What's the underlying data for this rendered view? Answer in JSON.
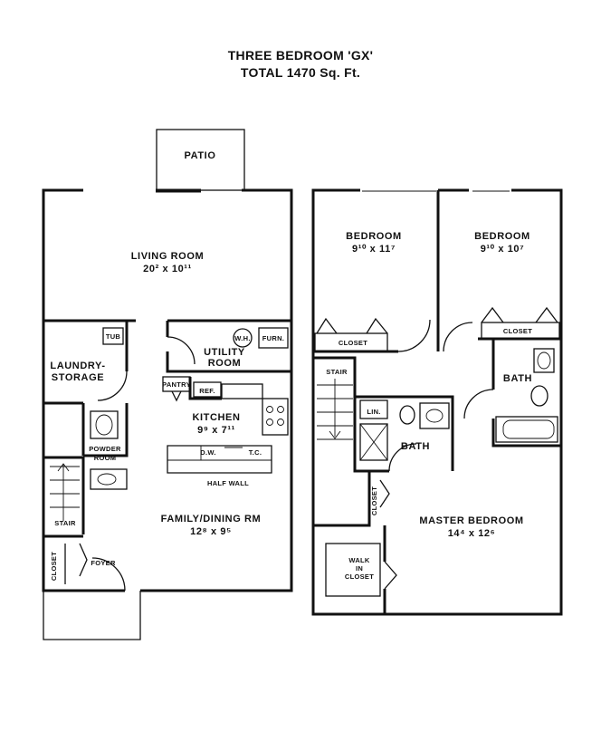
{
  "header": {
    "title": "THREE BEDROOM 'GX'",
    "subtitle": "TOTAL 1470 Sq. Ft."
  },
  "first_floor": {
    "patio": "PATIO",
    "living_room": {
      "name": "LIVING ROOM",
      "dims": "20² x 10¹¹"
    },
    "laundry_storage": {
      "line1": "LAUNDRY-",
      "line2": "STORAGE"
    },
    "tub": "TUB",
    "wh": "W.H.",
    "furn": "FURN.",
    "utility_room": {
      "line1": "UTILITY",
      "line2": "ROOM"
    },
    "pantry": "PANTRY",
    "ref": "REF.",
    "kitchen": {
      "name": "KITCHEN",
      "dims": "9⁹ x 7¹¹"
    },
    "powder_room": {
      "line1": "POWDER",
      "line2": "ROOM"
    },
    "dw": "D.W.",
    "tc": "T.C.",
    "half_wall": "HALF WALL",
    "family_dining": {
      "name": "FAMILY/DINING RM",
      "dims": "12⁸ x 9⁵"
    },
    "stair": "STAIR",
    "closet": "CLOSET",
    "foyer": "FOYER"
  },
  "second_floor": {
    "bedroom_1": {
      "name": "BEDROOM",
      "dims": "9¹⁰ x 11⁷"
    },
    "bedroom_2": {
      "name": "BEDROOM",
      "dims": "9¹⁰ x 10⁷"
    },
    "closet_1": "CLOSET",
    "closet_2": "CLOSET",
    "stair": "STAIR",
    "bath_upper": "BATH",
    "lin": "LIN.",
    "bath_lower": "BATH",
    "closet_3": "CLOSET",
    "master_bedroom": {
      "name": "MASTER BEDROOM",
      "dims": "14⁴ x 12⁶"
    },
    "walk_in_closet": {
      "line1": "WALK",
      "line2": "IN",
      "line3": "CLOSET"
    }
  }
}
